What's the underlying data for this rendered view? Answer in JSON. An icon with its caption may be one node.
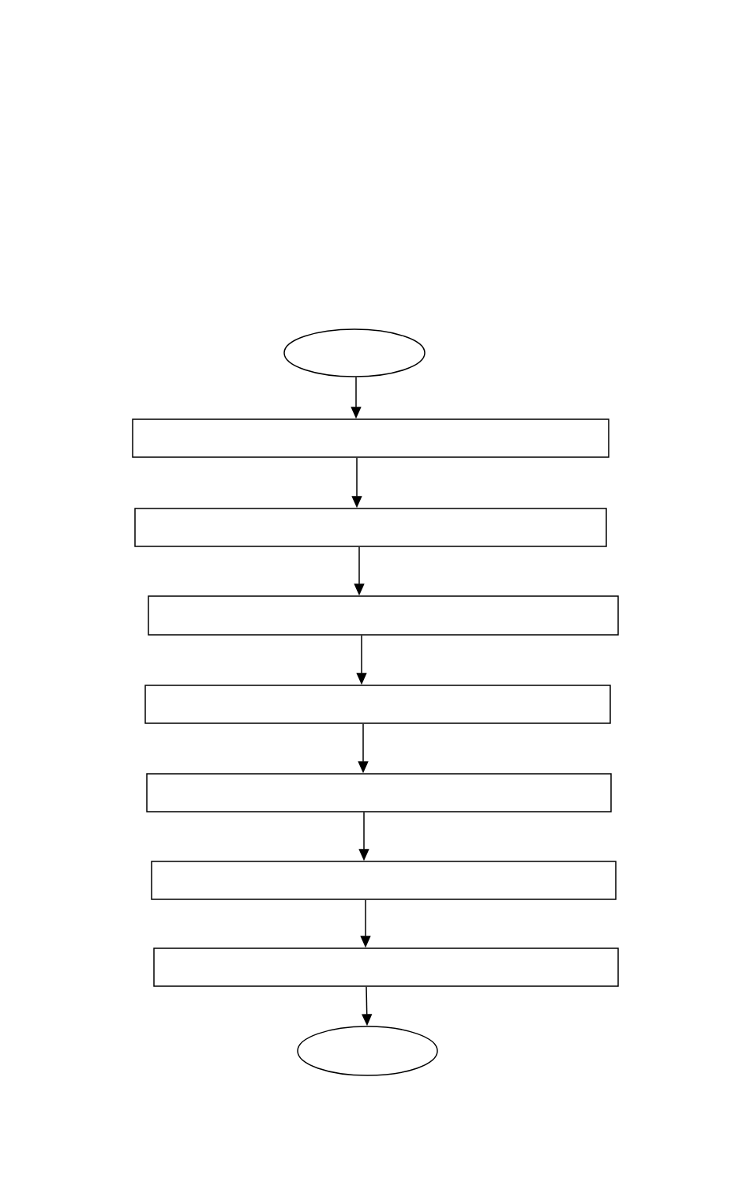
{
  "diagram": {
    "nodes": [
      {
        "text": [],
        "shape": "ellipse"
      },
      {
        "text": [],
        "shape": "box"
      },
      {
        "text": [],
        "shape": "box"
      },
      {
        "text": [],
        "shape": "box"
      },
      {
        "text": [],
        "shape": "box"
      },
      {
        "text": [],
        "shape": "box"
      },
      {
        "text": [],
        "shape": "box"
      },
      {
        "text": [],
        "shape": "box"
      },
      {
        "text": [],
        "shape": "ellipse"
      }
    ],
    "edges": [
      {
        "from": 0,
        "to": 1,
        "arrow": "to"
      },
      {
        "from": 1,
        "to": 2,
        "arrow": "to"
      },
      {
        "from": 2,
        "to": 3,
        "arrow": "to"
      },
      {
        "from": 3,
        "to": 4,
        "arrow": "to"
      },
      {
        "from": 4,
        "to": 5,
        "arrow": "to"
      },
      {
        "from": 5,
        "to": 6,
        "arrow": "to"
      },
      {
        "from": 6,
        "to": 7,
        "arrow": "to"
      },
      {
        "from": 7,
        "to": 8,
        "arrow": "to"
      }
    ]
  }
}
